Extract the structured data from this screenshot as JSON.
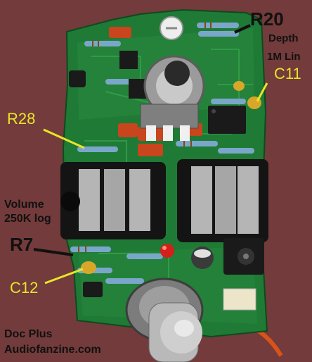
{
  "labels": {
    "r20": "R20",
    "depth": "Depth",
    "depth_value": "1M Lin",
    "c11": "C11",
    "r28": "R28",
    "volume": "Volume",
    "volume_value": "250K log",
    "r7": "R7",
    "c12": "C12"
  },
  "credit": {
    "line1": "Doc Plus",
    "line2": "Audiofanzine.com"
  },
  "colors": {
    "background": "#7a3f3f",
    "board": "#1f7a35",
    "label_black": "#111111",
    "label_yellow": "#e8e52a"
  }
}
